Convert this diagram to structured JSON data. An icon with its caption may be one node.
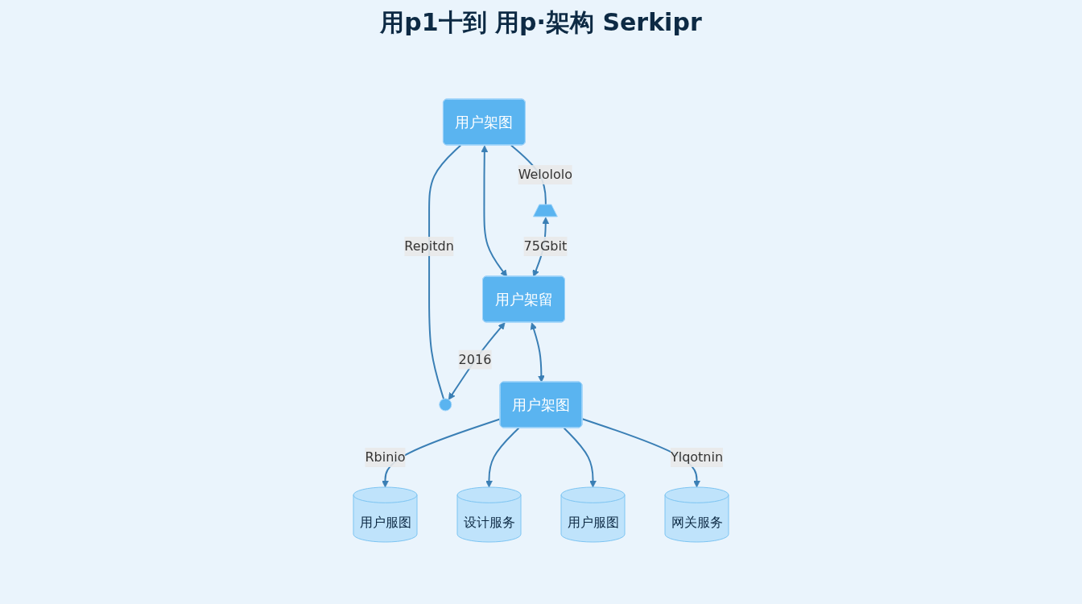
{
  "diagram": {
    "title": "用p1十到 用p·架构 Serkipr",
    "nodes": [
      {
        "text": [
          "用户架图"
        ]
      },
      {
        "text": [],
        "shape": "person"
      },
      {
        "text": [
          "用户架留"
        ]
      },
      {
        "text": [],
        "shape": "circle"
      },
      {
        "text": [
          "用户架图"
        ]
      },
      {
        "text": [
          "用户服图"
        ]
      },
      {
        "text": [
          "设计服务"
        ]
      },
      {
        "text": [
          "用户服图"
        ]
      },
      {
        "text": [
          "网关服务"
        ]
      }
    ],
    "edges": [
      {
        "from": 1,
        "to": 0,
        "arrow": "none",
        "label": "Welololo"
      },
      {
        "from": 3,
        "to": 0,
        "arrow": "none",
        "label": "Repitdn"
      },
      {
        "from": 0,
        "to": 2,
        "arrow": "both"
      },
      {
        "from": 1,
        "to": 2,
        "arrow": "both",
        "label": "75Gbit"
      },
      {
        "from": 2,
        "to": 3,
        "arrow": "both",
        "label": "2016"
      },
      {
        "from": 2,
        "to": 4,
        "arrow": "both"
      },
      {
        "from": 4,
        "to": 5,
        "arrow": "to",
        "label": "Rbinio"
      },
      {
        "from": 4,
        "to": 6,
        "arrow": "to"
      },
      {
        "from": 4,
        "to": 7,
        "arrow": "to"
      },
      {
        "from": 4,
        "to": 8,
        "arrow": "to",
        "label": "Ylqotnin"
      }
    ]
  }
}
